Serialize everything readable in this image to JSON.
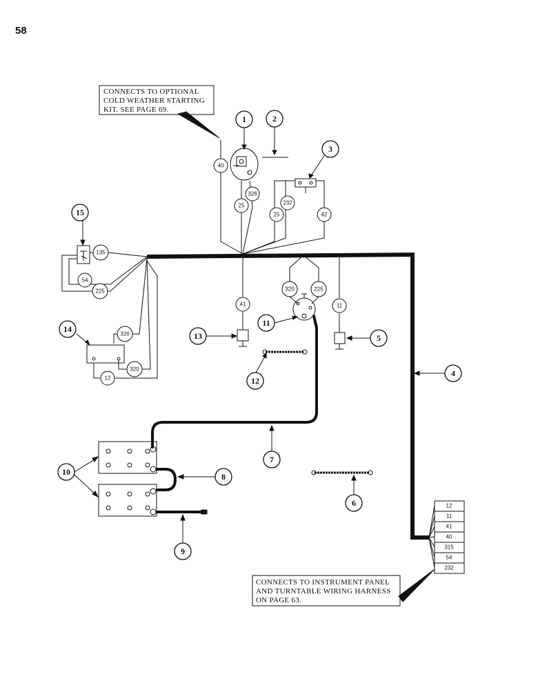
{
  "page_number": "58",
  "notes": {
    "cold_weather": [
      "CONNECTS TO OPTIONAL",
      "COLD WEATHER STARTING",
      "KIT. SEE PAGE 69."
    ],
    "instrument_panel": [
      "CONNECTS TO INSTRUMENT PANEL",
      "AND TURNTABLE WIRING HARNESS",
      "ON PAGE 63."
    ]
  },
  "callouts": [
    "1",
    "2",
    "3",
    "4",
    "5",
    "6",
    "7",
    "8",
    "9",
    "10",
    "11",
    "12",
    "13",
    "14",
    "15"
  ],
  "wires": {
    "w40": "40",
    "w326a": "326",
    "w25a": "25",
    "w25b": "25",
    "w232": "232",
    "w42": "42",
    "w135": "135",
    "w54": "54",
    "w225a": "225",
    "w326b": "326",
    "w320a": "320",
    "w12": "12",
    "w41": "41",
    "w320b": "320",
    "w225b": "225",
    "w11": "11"
  },
  "connector_terminals": [
    "12",
    "11",
    "41",
    "40",
    "315",
    "54",
    "232"
  ]
}
